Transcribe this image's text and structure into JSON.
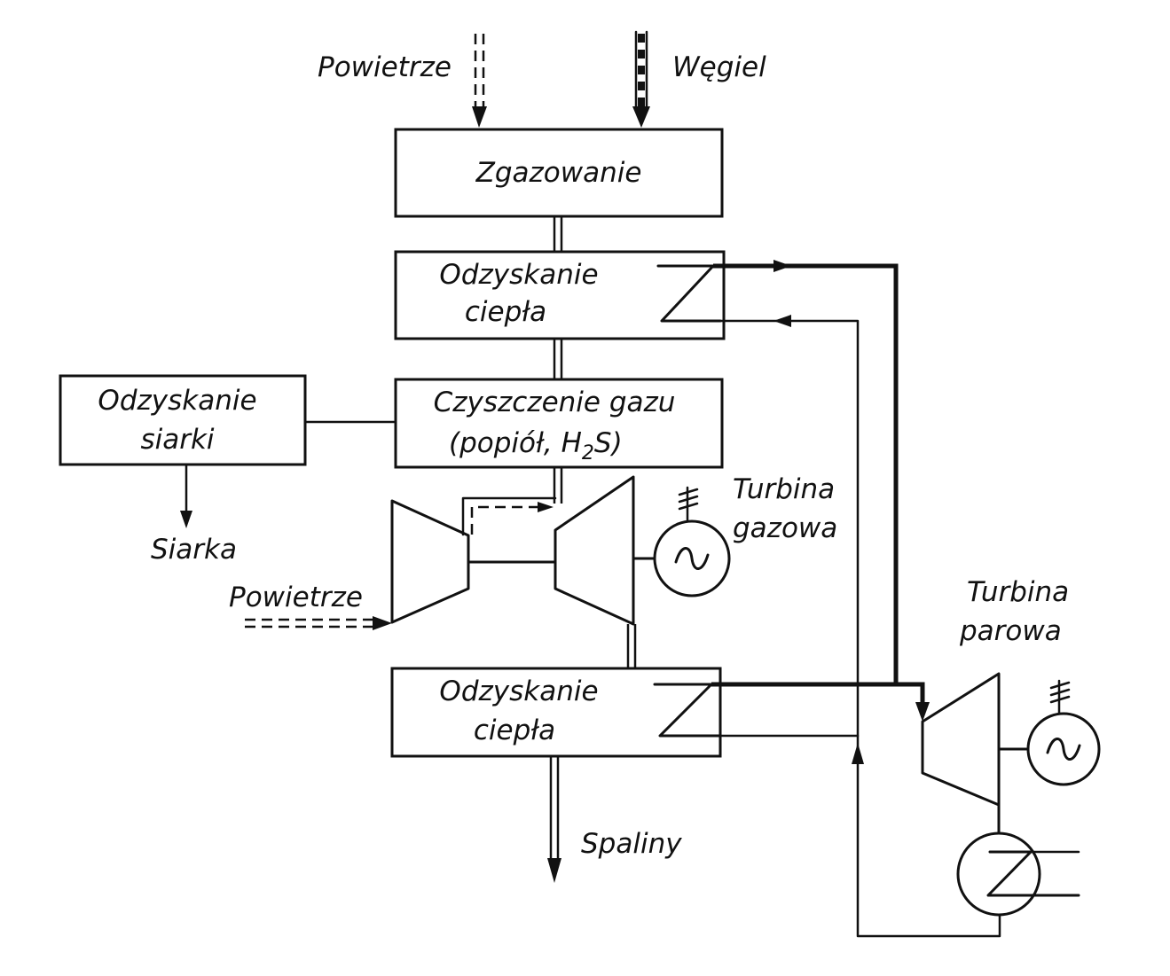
{
  "inputs": {
    "air_top": "Powietrze",
    "coal": "Węgiel",
    "air_compressor": "Powietrze"
  },
  "blocks": {
    "gasification": "Zgazowanie",
    "heat_recovery_1": [
      "Odzyskanie",
      "ciepła"
    ],
    "gas_cleaning": [
      "Czyszczenie gazu",
      "(popiół, H",
      "2",
      "S)"
    ],
    "sulfur_recovery": [
      "Odzyskanie",
      "siarki"
    ],
    "heat_recovery_2": [
      "Odzyskanie",
      "ciepła"
    ]
  },
  "outputs": {
    "sulfur": "Siarka",
    "flue_gas": "Spaliny"
  },
  "turbines": {
    "gas": [
      "Turbina",
      "gazowa"
    ],
    "steam": [
      "Turbina",
      "parowa"
    ]
  },
  "icons": {
    "generator": "~"
  }
}
